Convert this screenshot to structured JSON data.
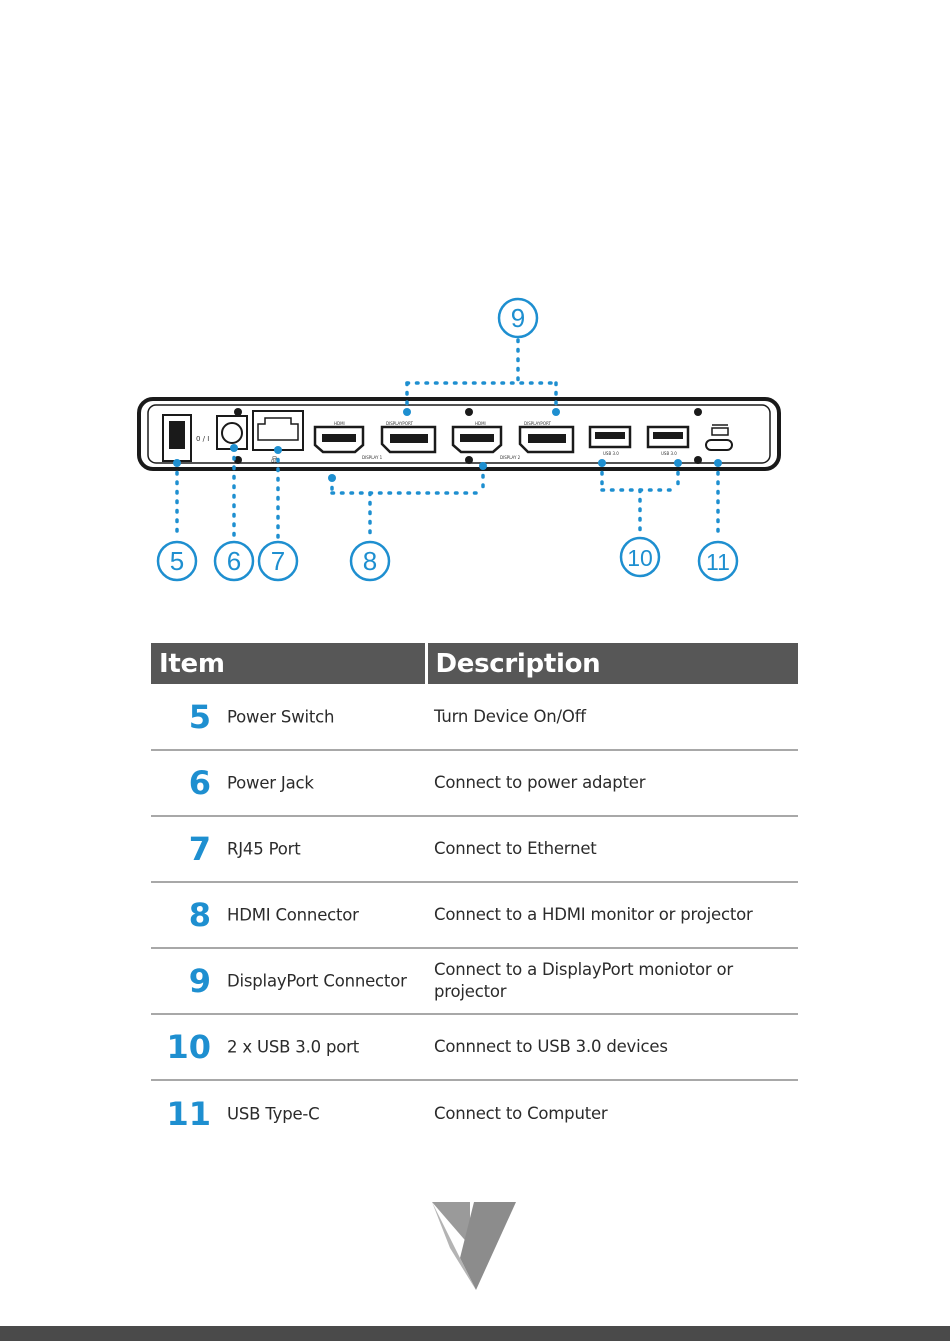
{
  "callouts": [
    "5",
    "6",
    "7",
    "8",
    "9",
    "10",
    "11"
  ],
  "table": {
    "header_item": "Item",
    "header_description": "Description",
    "rows": [
      {
        "num": "5",
        "item": "Power Switch",
        "description": "Turn Device On/Off"
      },
      {
        "num": "6",
        "item": "Power Jack",
        "description": "Connect to power adapter"
      },
      {
        "num": "7",
        "item": "RJ45 Port",
        "description": "Connect to Ethernet"
      },
      {
        "num": "8",
        "item": "HDMI Connector",
        "description": "Connect to a HDMI monitor or projector"
      },
      {
        "num": "9",
        "item": "DisplayPort Connector",
        "description": "Connect to a DisplayPort moniotor or projector"
      },
      {
        "num": "10",
        "item": "2 x USB 3.0 port",
        "description": "Connnect to USB 3.0 devices"
      },
      {
        "num": "11",
        "item": "USB Type-C",
        "description": "Connect to Computer"
      }
    ]
  },
  "colors": {
    "accent": "#1e8fd0",
    "header_bg": "#575757",
    "logo": "#8c8c8c",
    "footer": "#4a4a4a"
  }
}
